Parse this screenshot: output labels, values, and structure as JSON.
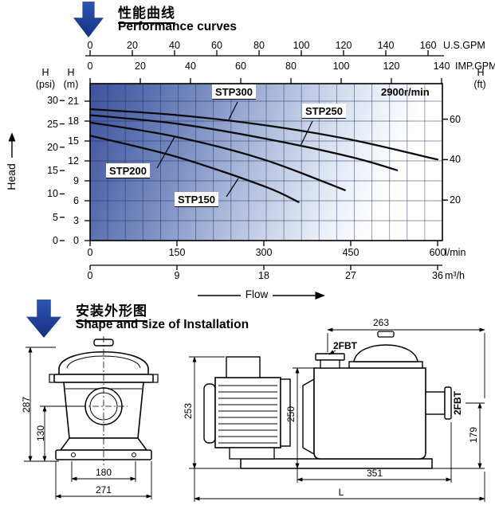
{
  "colors": {
    "arrow_blue": "#1d3e9e",
    "plot_gradient_start": "#3d529c"
  },
  "header1": {
    "title_zh": "性能曲线",
    "title_en": "Performance curves"
  },
  "header2": {
    "title_zh": "安装外形图",
    "title_en": "Shape and size of Installation"
  },
  "chart_data": {
    "type": "line",
    "title": "Performance curves",
    "speed_annotation": "2900r/min",
    "xlabel": "Flow",
    "ylabel": "Head",
    "grid": true,
    "axes": {
      "us_gpm": {
        "unit": "U.S.GPM",
        "ticks": [
          0,
          20,
          40,
          60,
          80,
          100,
          120,
          140,
          160
        ]
      },
      "imp_gpm": {
        "unit": "IMP.GPM",
        "ticks": [
          0,
          20,
          40,
          60,
          80,
          100,
          120,
          140
        ]
      },
      "psi": {
        "label": "H",
        "unit": "(psi)",
        "ticks": [
          30,
          25,
          20,
          15,
          10,
          5,
          0
        ]
      },
      "m": {
        "label": "H",
        "unit": "(m)",
        "ticks": [
          21,
          18,
          15,
          12,
          9,
          6,
          3,
          0
        ]
      },
      "ft": {
        "label": "H",
        "unit": "(ft)",
        "ticks": [
          60,
          40,
          20
        ]
      },
      "l_min": {
        "unit": "l/min",
        "ticks": [
          0,
          150,
          300,
          450,
          600
        ]
      },
      "m3_h": {
        "unit": "m³/h",
        "ticks": [
          0,
          9,
          18,
          27,
          36
        ]
      }
    },
    "x_range_l_min": [
      0,
      608
    ],
    "y_range_m": [
      0,
      21
    ],
    "series": [
      {
        "name": "STP300",
        "points_l_min_m": [
          [
            0,
            19.8
          ],
          [
            150,
            18.9
          ],
          [
            300,
            17.4
          ],
          [
            450,
            15.2
          ],
          [
            600,
            12.2
          ]
        ]
      },
      {
        "name": "STP250",
        "points_l_min_m": [
          [
            0,
            18.9
          ],
          [
            150,
            17.6
          ],
          [
            300,
            15.4
          ],
          [
            450,
            12.6
          ],
          [
            530,
            10.6
          ]
        ]
      },
      {
        "name": "STP200",
        "points_l_min_m": [
          [
            0,
            17.8
          ],
          [
            150,
            15.6
          ],
          [
            300,
            12.2
          ],
          [
            440,
            7.6
          ]
        ]
      },
      {
        "name": "STP150",
        "points_l_min_m": [
          [
            0,
            15.8
          ],
          [
            150,
            12.6
          ],
          [
            300,
            8.2
          ],
          [
            360,
            5.8
          ]
        ]
      }
    ]
  },
  "installation": {
    "front": {
      "height": "287",
      "window_center_height": "130",
      "inner_width": "180",
      "overall_width": "271"
    },
    "side": {
      "top_length": "263",
      "top_port": "2FBT",
      "motor_height": "253",
      "pump_height": "250",
      "side_port": "2FBT",
      "port_center_height": "179",
      "base_length": "351",
      "overall_length": "L"
    }
  }
}
